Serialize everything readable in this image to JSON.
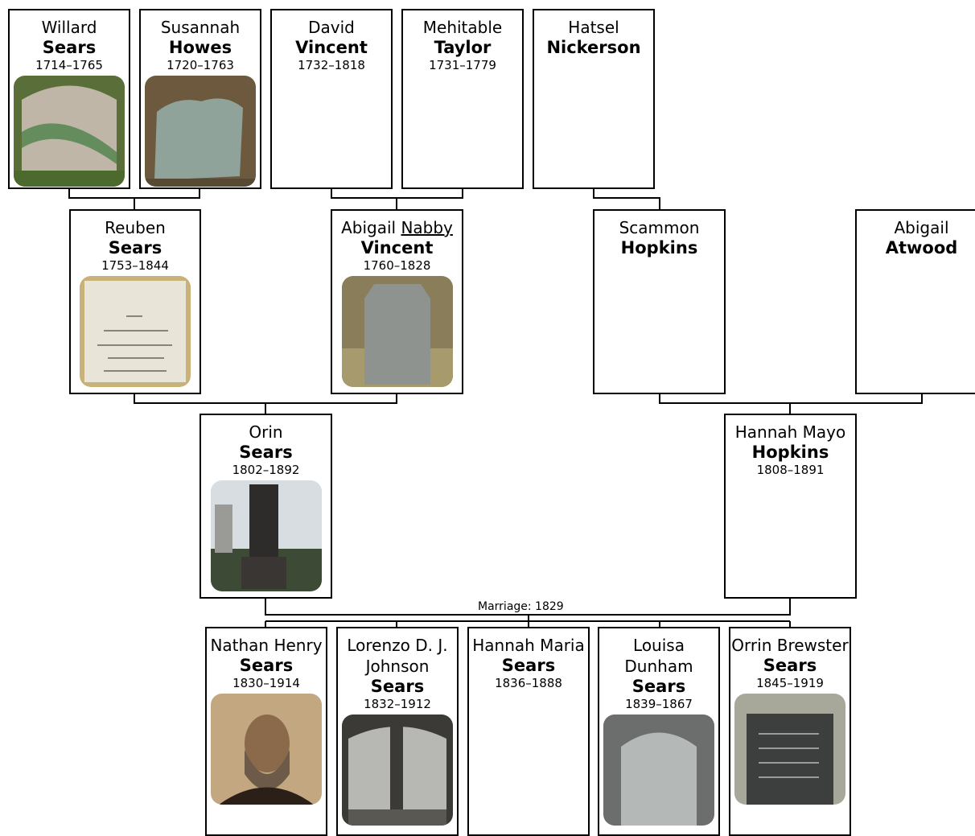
{
  "people": {
    "willard": {
      "given": "Willard",
      "surname": "Sears",
      "dates": "1714–1765"
    },
    "susannah": {
      "given": "Susannah",
      "surname": "Howes",
      "dates": "1720–1763"
    },
    "david": {
      "given": "David",
      "surname": "Vincent",
      "dates": "1732–1818"
    },
    "mehitable": {
      "given": "Mehitable",
      "surname": "Taylor",
      "dates": "1731–1779"
    },
    "hatsel": {
      "given": "Hatsel",
      "surname": "Nickerson",
      "dates": ""
    },
    "reuben": {
      "given": "Reuben",
      "surname": "Sears",
      "dates": "1753–1844"
    },
    "abigailv": {
      "given": "Abigail",
      "nickname": "Nabby",
      "surname": "Vincent",
      "dates": "1760–1828"
    },
    "scammon": {
      "given": "Scammon",
      "surname": "Hopkins",
      "dates": ""
    },
    "abigaila": {
      "given": "Abigail",
      "surname": "Atwood",
      "dates": ""
    },
    "orin": {
      "given": "Orin",
      "surname": "Sears",
      "dates": "1802–1892"
    },
    "hannahm": {
      "given": "Hannah Mayo",
      "surname": "Hopkins",
      "dates": "1808–1891"
    },
    "nathan": {
      "given": "Nathan Henry",
      "surname": "Sears",
      "dates": "1830–1914"
    },
    "lorenzo": {
      "given": "Lorenzo D. J. Johnson",
      "surname": "Sears",
      "dates": "1832–1912"
    },
    "hannahmaria": {
      "given": "Hannah Maria",
      "surname": "Sears",
      "dates": "1836–1888"
    },
    "louisa": {
      "given": "Louisa Dunham",
      "surname": "Sears",
      "dates": "1839–1867"
    },
    "orrin": {
      "given": "Orrin Brewster",
      "surname": "Sears",
      "dates": "1845–1919"
    }
  },
  "marriage": {
    "label": "Marriage: 1829"
  },
  "photos": {
    "willard": "gravestone-photo",
    "susannah": "gravestone-photo",
    "reuben": "gravestone-photo",
    "abigailv": "gravestone-photo",
    "orin": "gravestone-photo",
    "nathan": "portrait-photo",
    "lorenzo": "gravestone-photo",
    "louisa": "gravestone-photo",
    "orrin": "gravestone-photo"
  },
  "colors": {
    "line": "#000000",
    "card_border": "#000000",
    "background": "#ffffff"
  }
}
